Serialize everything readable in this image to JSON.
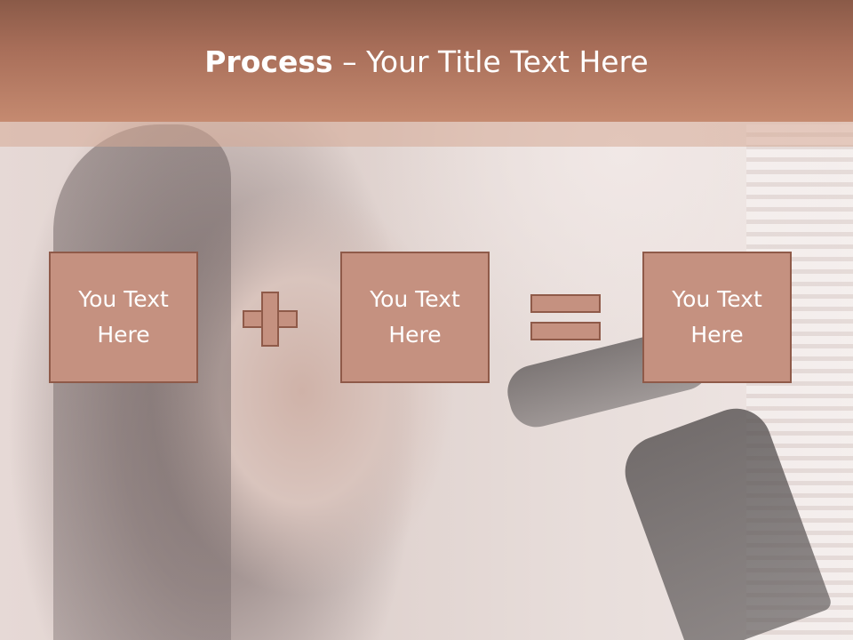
{
  "title": {
    "bold": "Process",
    "rest": " – Your Title Text Here"
  },
  "boxes": [
    {
      "line1": "You Text",
      "line2": "Here"
    },
    {
      "line1": "You Text",
      "line2": "Here"
    },
    {
      "line1": "You Text",
      "line2": "Here"
    }
  ],
  "colors": {
    "title_band": "#a86e59",
    "box_fill": "#c59180",
    "box_border": "#8f5a49",
    "text": "#ffffff"
  },
  "icons": {
    "operator_1": "plus-icon",
    "operator_2": "equals-icon"
  }
}
